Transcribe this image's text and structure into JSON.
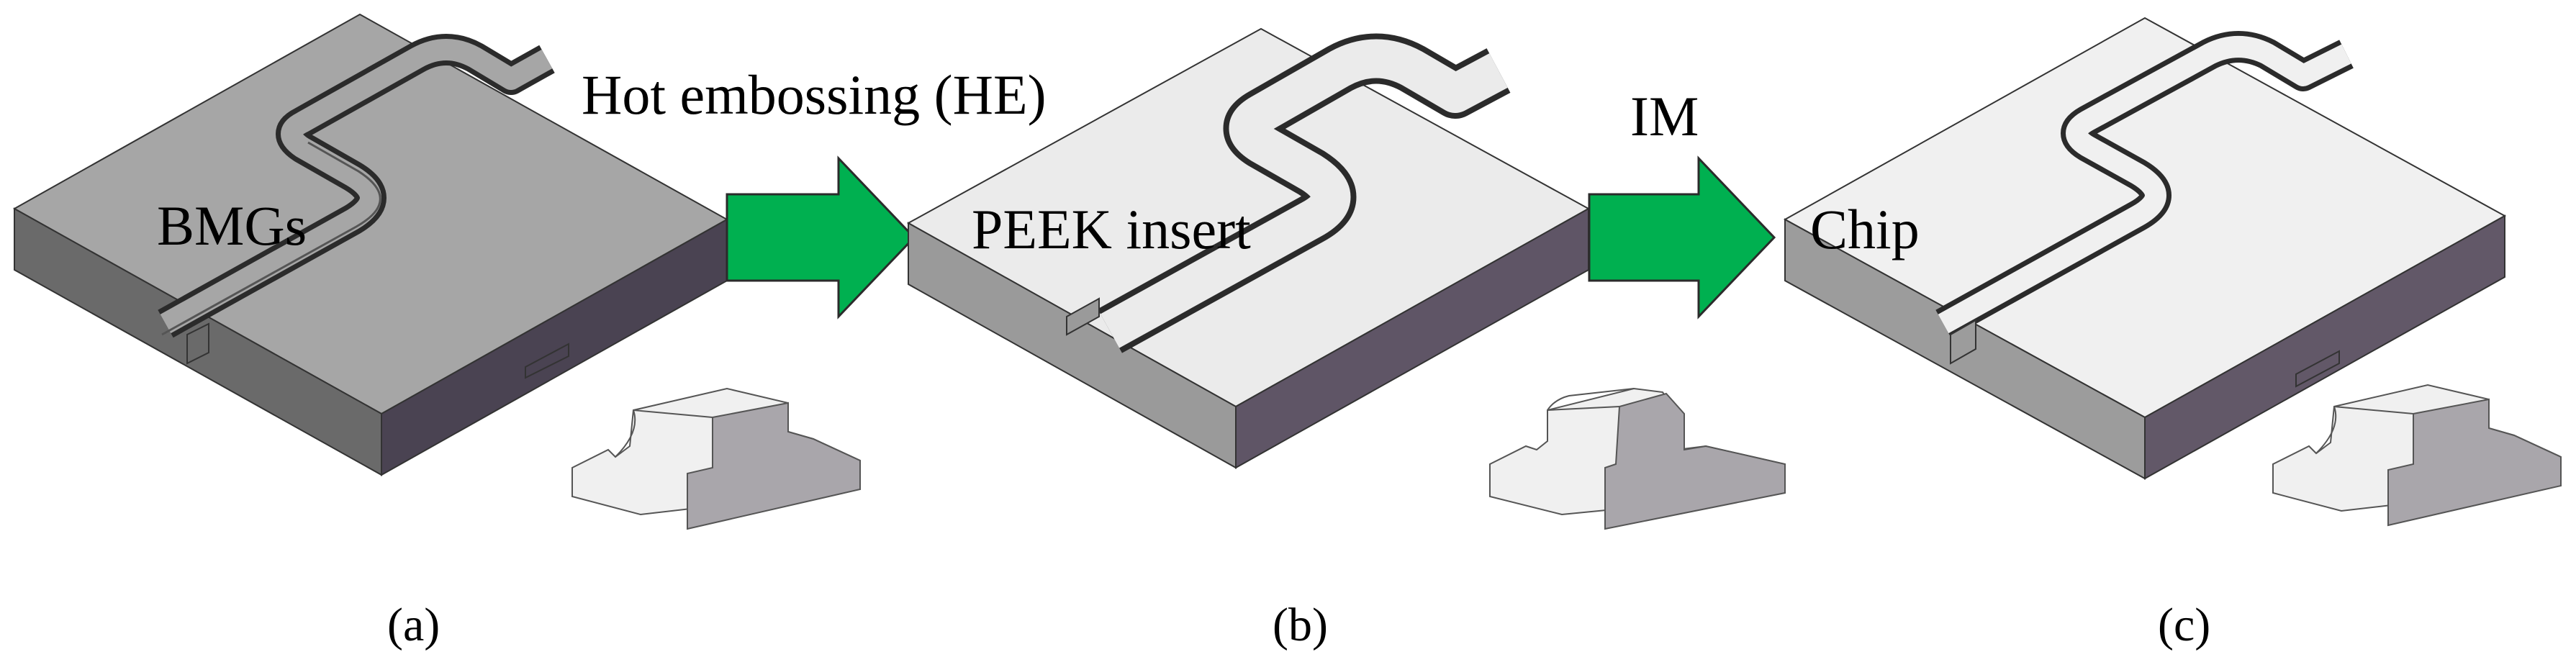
{
  "steps": [
    {
      "material_label": "BMGs",
      "caption": "(a)"
    },
    {
      "material_label": "PEEK insert",
      "caption": "(b)"
    },
    {
      "material_label": "Chip",
      "caption": "(c)"
    }
  ],
  "processes": [
    {
      "label": "Hot embossing (HE)"
    },
    {
      "label": "IM"
    }
  ],
  "colors": {
    "bmg_top": "#a6a6a6",
    "bmg_side_front": "#6a6a6a",
    "bmg_side_right": "#4a4352",
    "peek_top": "#ebebeb",
    "peek_side_front": "#9a9a9a",
    "peek_side_right": "#5f5566",
    "chip_top": "#f0f0f0",
    "chip_side_front": "#9c9c9c",
    "chip_side_right": "#625868",
    "arrow": "#00b050",
    "profile_light": "#f0f0f0",
    "profile_dark": "#a9a6ab"
  }
}
